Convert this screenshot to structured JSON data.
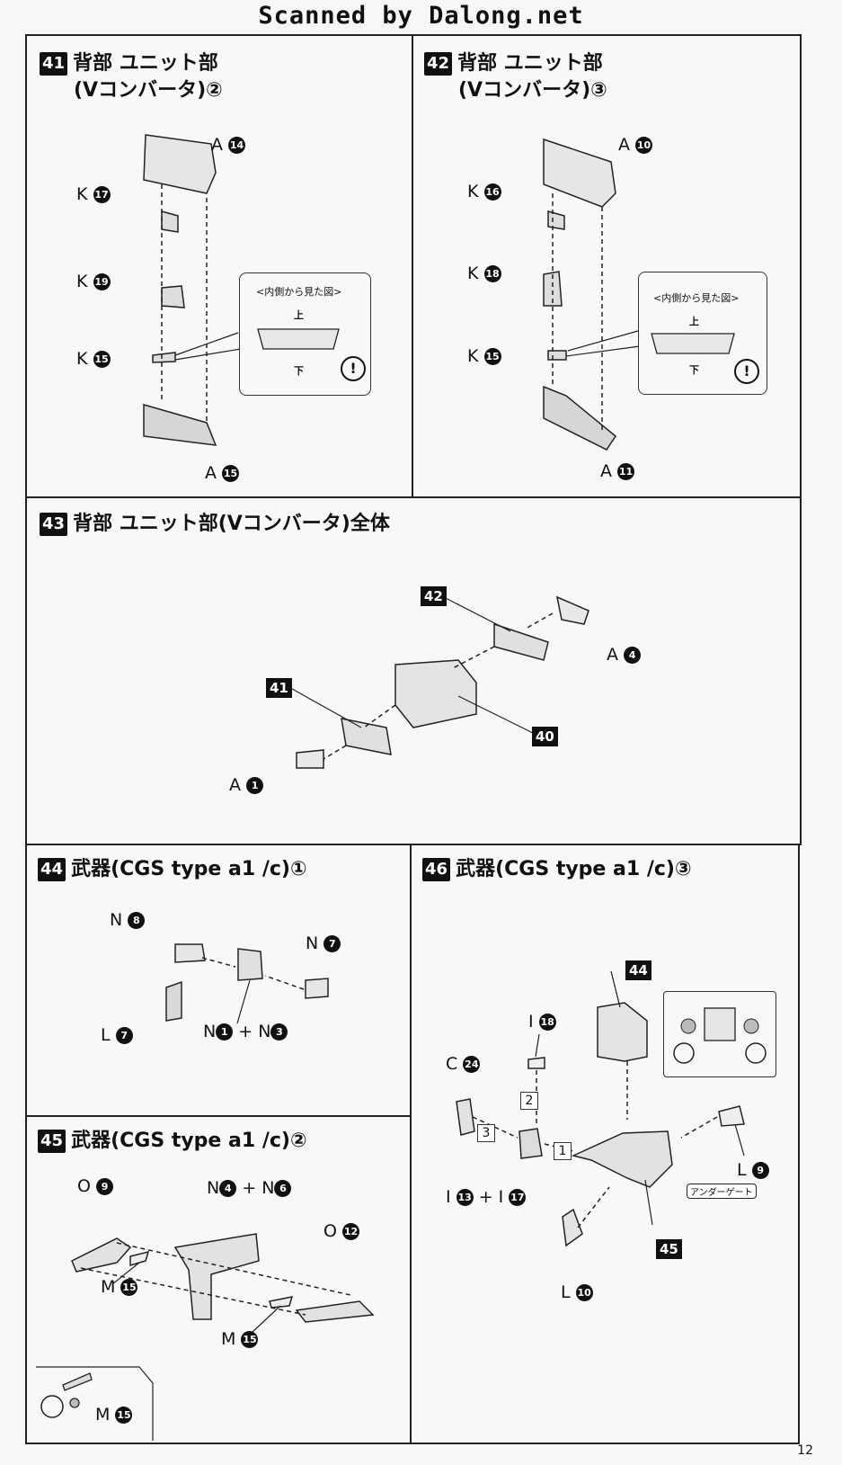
{
  "header": {
    "scan_credit": "Scanned by Dalong.net"
  },
  "page_number": "12",
  "steps": {
    "s41": {
      "num": "41",
      "title_line1": "背部 ユニット部",
      "title_line2": "(Vコンバータ)②",
      "parts": [
        {
          "letter": "A",
          "n": "14"
        },
        {
          "letter": "K",
          "n": "17"
        },
        {
          "letter": "K",
          "n": "19"
        },
        {
          "letter": "K",
          "n": "15"
        },
        {
          "letter": "A",
          "n": "15"
        }
      ],
      "inset": {
        "caption": "<内側から見た図>",
        "top": "上",
        "bottom": "下",
        "warn": "!"
      }
    },
    "s42": {
      "num": "42",
      "title_line1": "背部 ユニット部",
      "title_line2": "(Vコンバータ)③",
      "parts": [
        {
          "letter": "A",
          "n": "10"
        },
        {
          "letter": "K",
          "n": "16"
        },
        {
          "letter": "K",
          "n": "18"
        },
        {
          "letter": "K",
          "n": "15"
        },
        {
          "letter": "A",
          "n": "11"
        }
      ],
      "inset": {
        "caption": "<内側から見た図>",
        "top": "上",
        "bottom": "下",
        "warn": "!"
      }
    },
    "s43": {
      "num": "43",
      "title": "背部 ユニット部(Vコンバータ)全体",
      "refs": [
        "42",
        "41",
        "40"
      ],
      "parts": [
        {
          "letter": "A",
          "n": "4"
        },
        {
          "letter": "A",
          "n": "1"
        }
      ]
    },
    "s44": {
      "num": "44",
      "title": "武器(CGS type a1 /c)①",
      "parts": {
        "n8": {
          "letter": "N",
          "n": "8"
        },
        "n7": {
          "letter": "N",
          "n": "7"
        },
        "l7": {
          "letter": "L",
          "n": "7"
        },
        "n1": {
          "letter": "N",
          "n": "1"
        },
        "n3": {
          "letter": "N",
          "n": "3"
        }
      },
      "plus": "+"
    },
    "s45": {
      "num": "45",
      "title": "武器(CGS type a1 /c)②",
      "parts": {
        "o9": {
          "letter": "O",
          "n": "9"
        },
        "n4": {
          "letter": "N",
          "n": "4"
        },
        "n6": {
          "letter": "N",
          "n": "6"
        },
        "o12": {
          "letter": "O",
          "n": "12"
        },
        "m15a": {
          "letter": "M",
          "n": "15"
        },
        "m15b": {
          "letter": "M",
          "n": "15"
        },
        "m15c": {
          "letter": "M",
          "n": "15"
        }
      },
      "plus": "+"
    },
    "s46": {
      "num": "46",
      "title": "武器(CGS type a1 /c)③",
      "refs": [
        "44",
        "45"
      ],
      "parts": {
        "i18": {
          "letter": "I",
          "n": "18"
        },
        "c24": {
          "letter": "C",
          "n": "24"
        },
        "i13": {
          "letter": "I",
          "n": "13"
        },
        "i17": {
          "letter": "I",
          "n": "17"
        },
        "l9": {
          "letter": "L",
          "n": "9"
        },
        "l10": {
          "letter": "L",
          "n": "10"
        }
      },
      "plus": "+",
      "seq": [
        "1",
        "2",
        "3"
      ],
      "under_gate": "アンダーゲート"
    }
  }
}
